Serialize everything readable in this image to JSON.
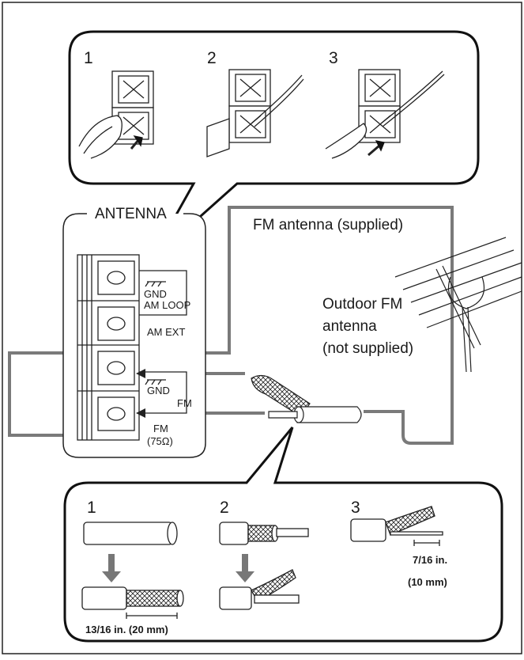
{
  "top_panel": {
    "steps": [
      "1",
      "2",
      "3"
    ]
  },
  "antenna_panel": {
    "title": "ANTENNA",
    "gnd_1": "GND",
    "am_loop": "AM LOOP",
    "am_ext": "AM EXT",
    "gnd_2": "GND",
    "fm": "FM",
    "fm_2": "FM",
    "impedance": "(75Ω)"
  },
  "fm_antenna": {
    "label": "FM antenna (supplied)"
  },
  "outdoor_antenna": {
    "line1": "Outdoor FM",
    "line2": "antenna",
    "line3": "(not supplied)"
  },
  "bottom_panel": {
    "steps": [
      "1",
      "2",
      "3"
    ],
    "measure_1": "13/16 in. (20 mm)",
    "measure_3a": "7/16 in.",
    "measure_3b": "(10 mm)"
  }
}
